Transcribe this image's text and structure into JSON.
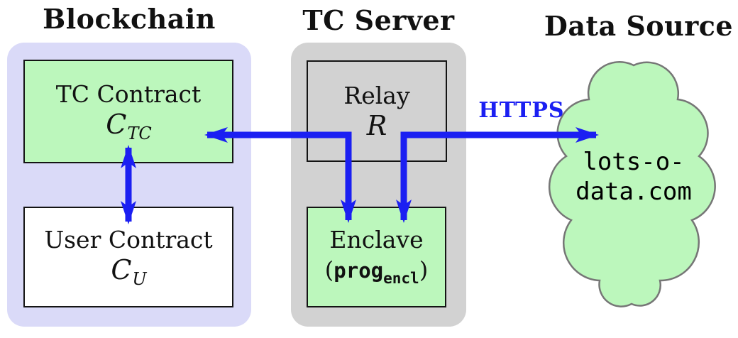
{
  "titles": {
    "blockchain": "Blockchain",
    "tc_server": "TC Server",
    "data_source": "Data Source"
  },
  "blockchain": {
    "tc_contract": {
      "name": "TC Contract",
      "symbol": "C",
      "symbol_sub": "TC"
    },
    "user_contract": {
      "name": "User Contract",
      "symbol": "C",
      "symbol_sub": "U"
    }
  },
  "tc_server": {
    "relay": {
      "name": "Relay",
      "symbol": "R"
    },
    "enclave": {
      "name": "Enclave",
      "code_open": "(",
      "code": "prog",
      "code_sub": "encl",
      "code_close": ")"
    }
  },
  "data_source": {
    "domain_line1": "lots-o-",
    "domain_line2": "data.com"
  },
  "connections": {
    "https_label": "HTTPS",
    "edges": [
      {
        "name": "relay-to-tc-contract-and-enclave"
      },
      {
        "name": "relay-to-data-source-and-enclave"
      },
      {
        "name": "tc-contract-to-user-contract-bidirectional"
      }
    ]
  },
  "colors": {
    "blue": "#1b1ff2",
    "green": "#bcf7bc",
    "lavender": "#dadaf8",
    "gray": "#d2d2d2",
    "border": "#141414",
    "cloud_outline": "#767676"
  }
}
